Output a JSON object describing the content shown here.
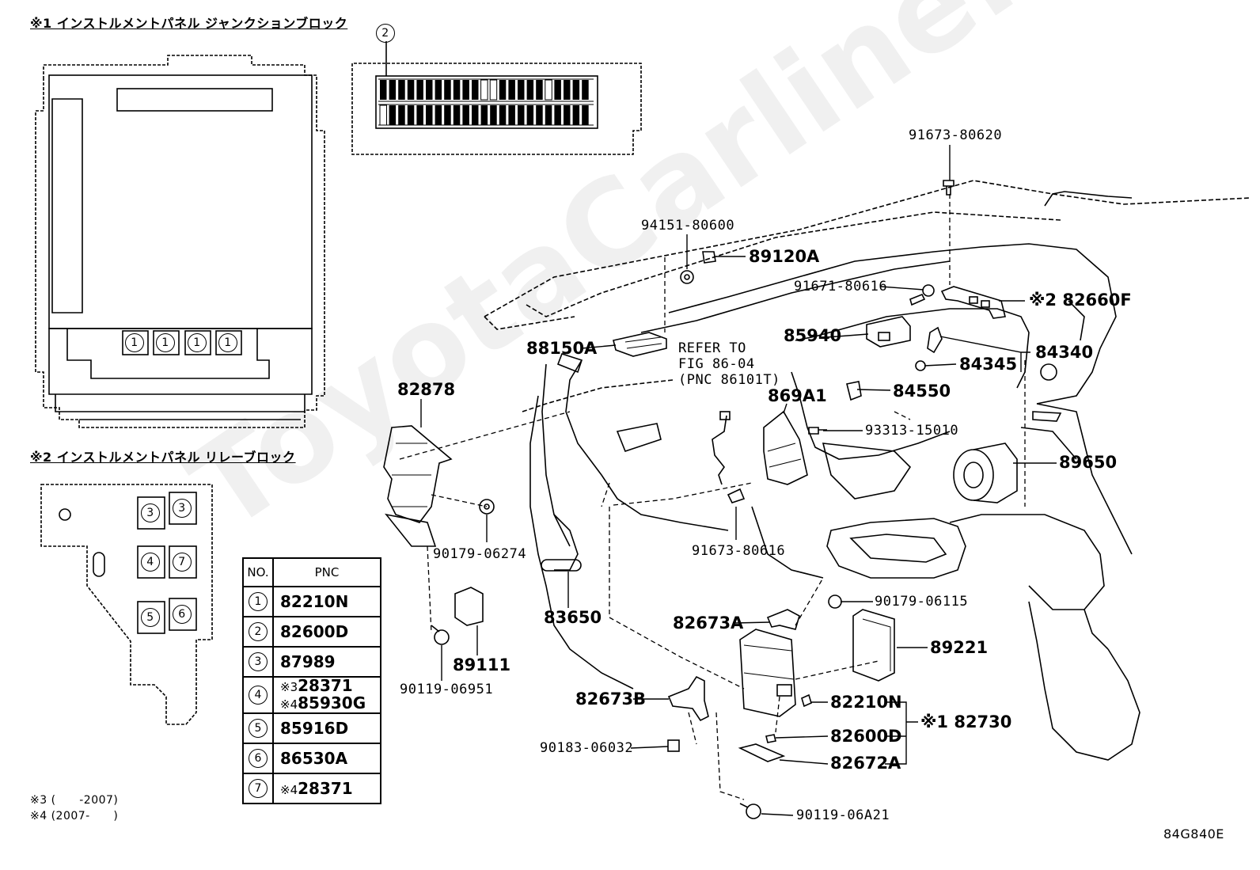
{
  "headings": {
    "jb": "※1 インストルメントパネル ジャンクションブロック",
    "rb": "※2 インストルメントパネル リレーブロック"
  },
  "callouts": {
    "p1": "1",
    "p2": "2",
    "p3": "3",
    "p4": "4",
    "p5": "5",
    "p6": "6",
    "p7": "7"
  },
  "parts": {
    "p91673_80620": "91673-80620",
    "p94151_80600": "94151-80600",
    "p89120A": "89120A",
    "p91671_80616": "91671-80616",
    "p82660F": "※2 82660F",
    "p88150A": "88150A",
    "p85940": "85940",
    "p84340": "84340",
    "p84345": "84345",
    "p84550": "84550",
    "p869A1": "869A1",
    "p93313_15010": "93313-15010",
    "p82878": "82878",
    "p89650": "89650",
    "p90179_06274": "90179-06274",
    "p91673_80616": "91673-80616",
    "p83650": "83650",
    "p90179_06115": "90179-06115",
    "p82673A": "82673A",
    "p89221": "89221",
    "p89111": "89111",
    "p90119_06951": "90119-06951",
    "p82673B": "82673B",
    "p82210N": "82210N",
    "p82730": "※1 82730",
    "p82600D": "82600D",
    "p82672A": "82672A",
    "p90183_06032": "90183-06032",
    "p90119_06A21": "90119-06A21"
  },
  "refer": {
    "line1": "REFER TO",
    "line2": "FIG 86-04",
    "line3": "(PNC 86101T)"
  },
  "table": {
    "header_no": "NO.",
    "header_pnc": "PNC",
    "rows": [
      {
        "no": "1",
        "pnc": "82210N"
      },
      {
        "no": "2",
        "pnc": "82600D"
      },
      {
        "no": "3",
        "pnc": "87989"
      },
      {
        "no": "4",
        "pnc_a_mark": "※3",
        "pnc_a": "28371",
        "pnc_b_mark": "※4",
        "pnc_b": "85930G"
      },
      {
        "no": "5",
        "pnc": "85916D"
      },
      {
        "no": "6",
        "pnc": "86530A"
      },
      {
        "no": "7",
        "pnc_mark": "※4",
        "pnc": "28371"
      }
    ]
  },
  "notes": {
    "n3": "※3 (      -2007)",
    "n4": "※4 (2007-      )"
  },
  "figure_code": "84G840E",
  "watermark": "ToyotaCarline.ru"
}
